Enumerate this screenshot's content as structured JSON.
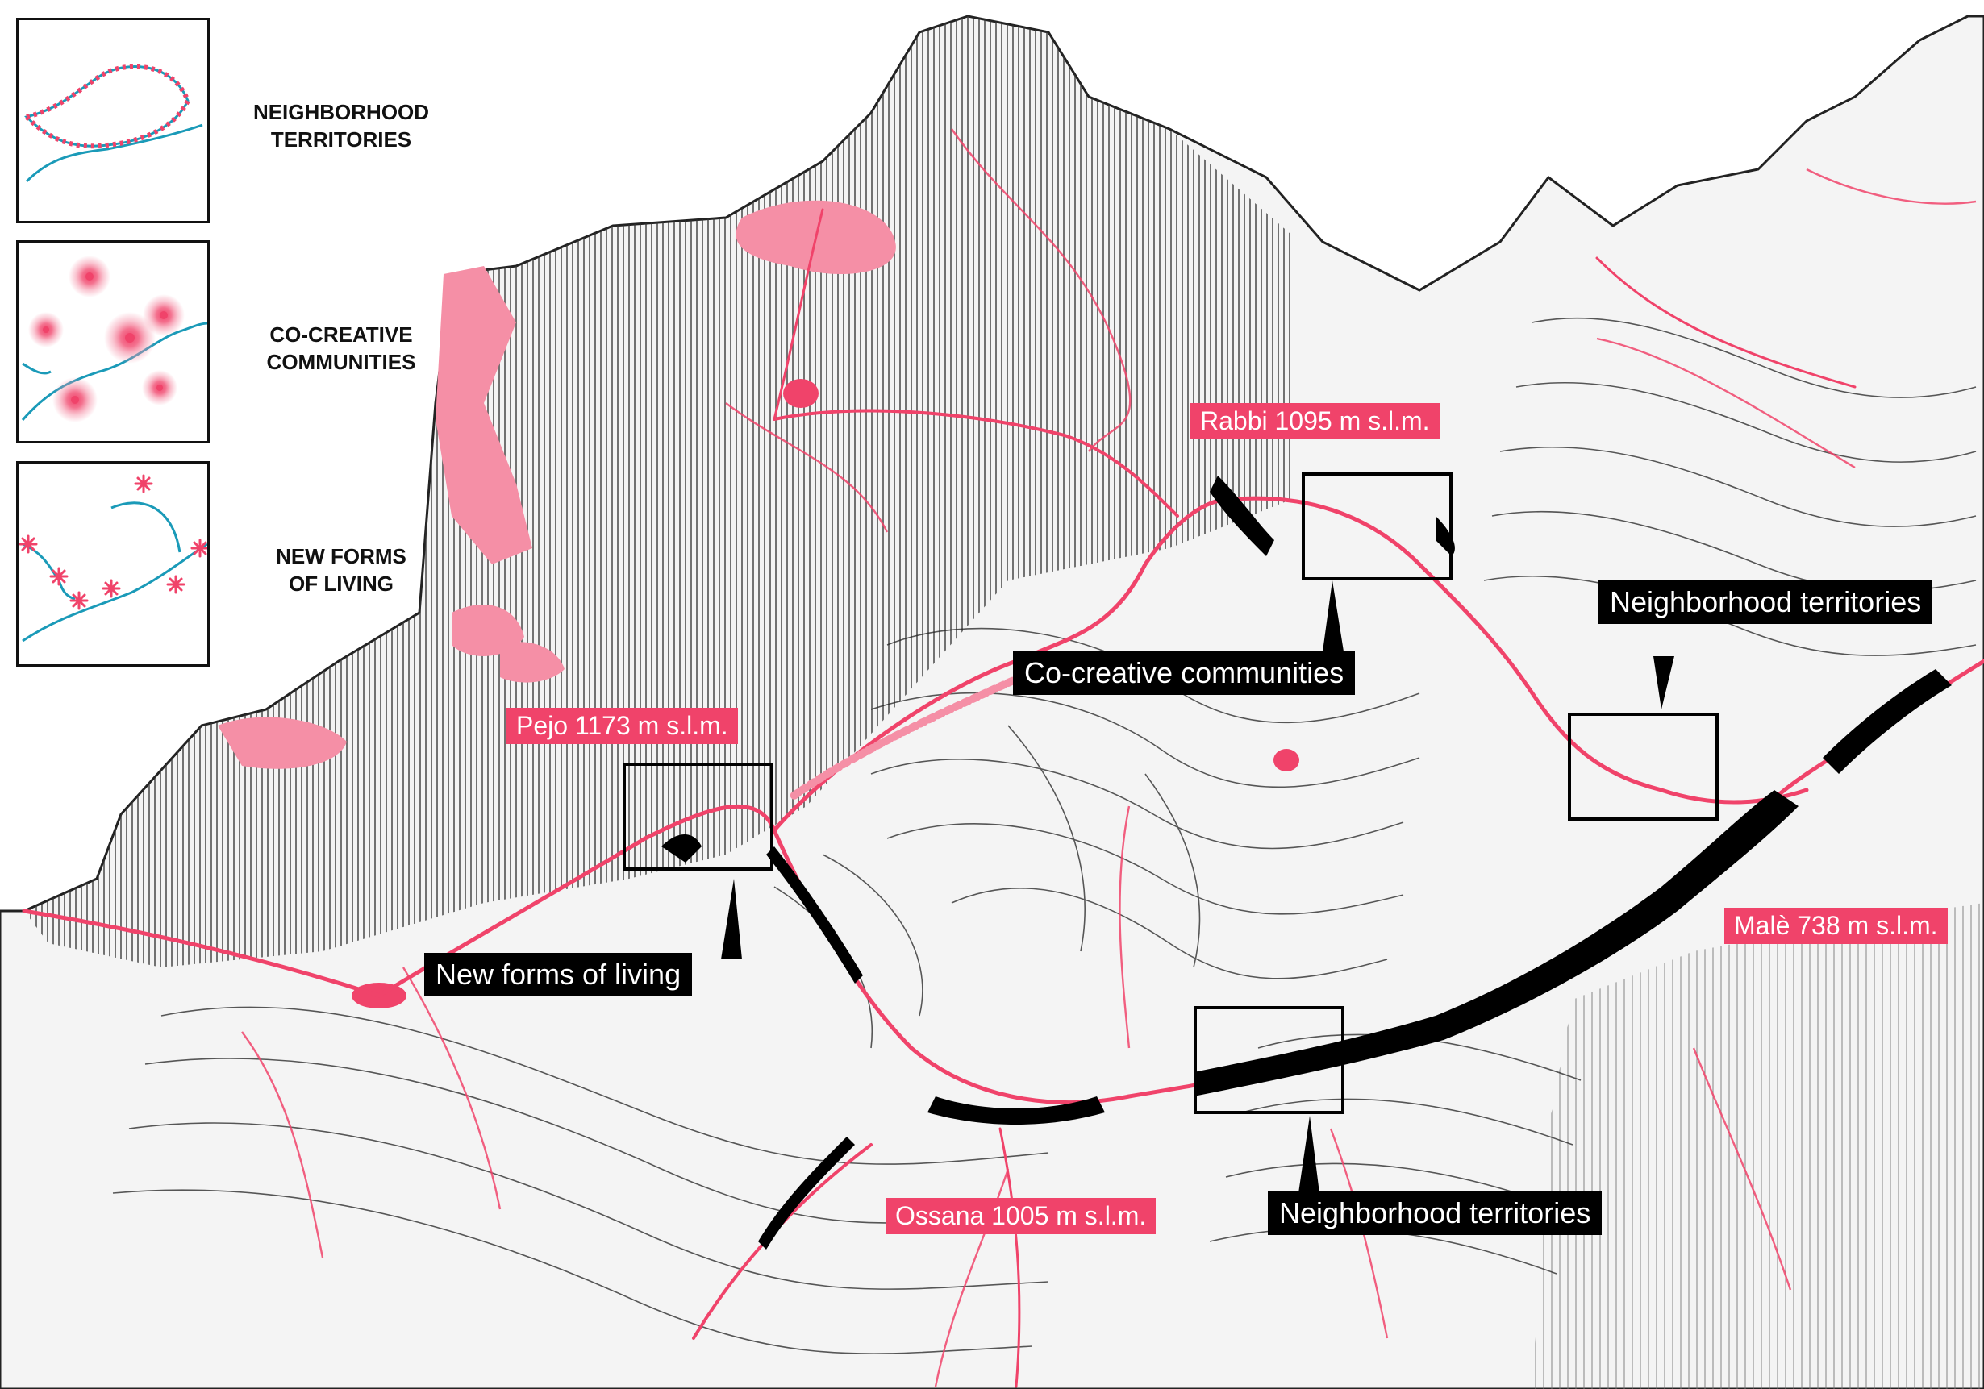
{
  "legend": {
    "items": [
      {
        "line1": "NEIGHBORHOOD",
        "line2": "TERRITORIES",
        "icon": "neighborhood-territories-icon"
      },
      {
        "line1": "CO-CREATIVE",
        "line2": "COMMUNITIES",
        "icon": "co-creative-communities-icon"
      },
      {
        "line1": "NEW FORMS",
        "line2": "OF LIVING",
        "icon": "new-forms-of-living-icon"
      }
    ]
  },
  "towns": {
    "rabbi": "Rabbi 1095 m s.l.m.",
    "pejo": "Pejo 1173 m s.l.m.",
    "male": "Malè 738 m s.l.m.",
    "ossana": "Ossana 1005 m s.l.m."
  },
  "callouts": {
    "co_creative": "Co-creative communities",
    "neighborhood_east": "Neighborhood territories",
    "new_forms": "New forms of living",
    "neighborhood_south": "Neighborhood territories"
  },
  "colors": {
    "accent_pink": "#f0436a",
    "soft_pink": "#f58fa6",
    "river_blue": "#1a9ab8",
    "contour_black": "#222222",
    "settlement_black": "#000000"
  }
}
